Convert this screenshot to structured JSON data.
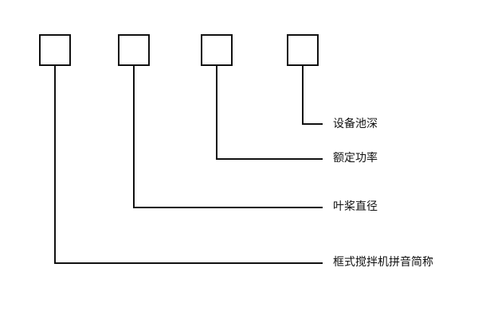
{
  "diagram": {
    "code_fields": [
      {
        "id": "abbrev",
        "label": "框式搅拌机拼音简称"
      },
      {
        "id": "diameter",
        "label": "叶桨直径"
      },
      {
        "id": "power",
        "label": "额定功率"
      },
      {
        "id": "depth",
        "label": "设备池深"
      }
    ],
    "colors": {
      "line": "#111111",
      "box_fill": "#ffffff",
      "background": "#ffffff"
    }
  }
}
